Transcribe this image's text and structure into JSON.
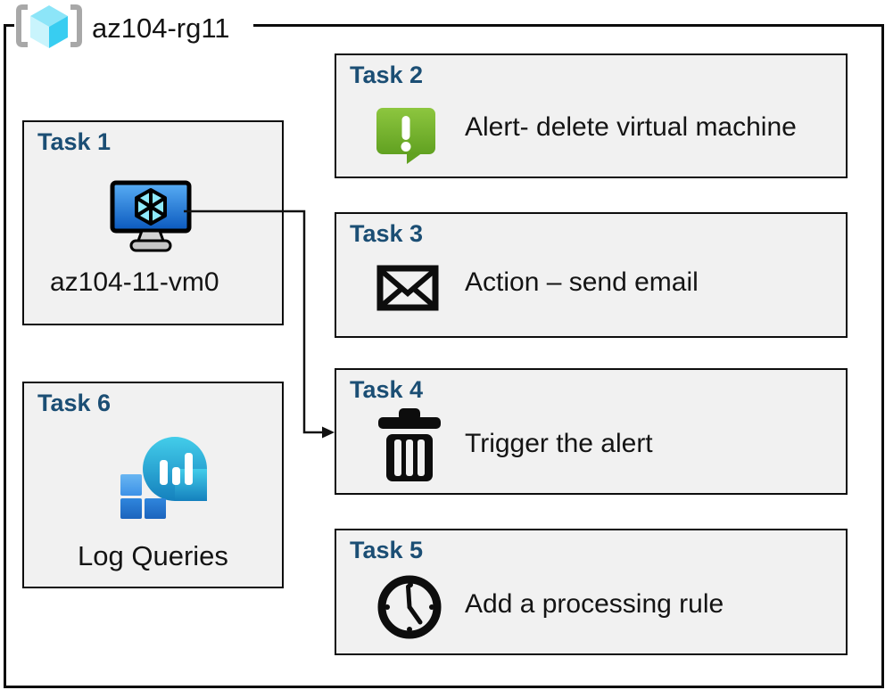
{
  "resource_group": {
    "name": "az104-rg11",
    "icon": "resource-group-icon"
  },
  "tasks": [
    {
      "id": "task1",
      "title": "Task 1",
      "label": "az104-11-vm0",
      "icon": "virtual-machine-icon"
    },
    {
      "id": "task2",
      "title": "Task 2",
      "label": "Alert- delete virtual machine",
      "icon": "alert-icon"
    },
    {
      "id": "task3",
      "title": "Task 3",
      "label": "Action – send email",
      "icon": "email-icon"
    },
    {
      "id": "task4",
      "title": "Task 4",
      "label": "Trigger the alert",
      "icon": "trash-icon"
    },
    {
      "id": "task5",
      "title": "Task 5",
      "label": "Add a processing rule",
      "icon": "clock-icon"
    },
    {
      "id": "task6",
      "title": "Task 6",
      "label": "Log Queries",
      "icon": "log-queries-icon"
    }
  ],
  "connector": {
    "from": "task1-virtual-machine",
    "to": "task4"
  },
  "colors": {
    "heading_blue": "#1B4E74",
    "box_fill": "#F1F1F1",
    "border_black": "#0D0D0D",
    "alert_green": "#6FB22C",
    "vm_screen_blue": "#1E6EC8",
    "log_bubble_cyan": "#2BA9D6",
    "log_square_blue": "#2578CE",
    "rg_cube_cyan": "#38CDF1",
    "bracket_gray": "#A8A8A8"
  }
}
